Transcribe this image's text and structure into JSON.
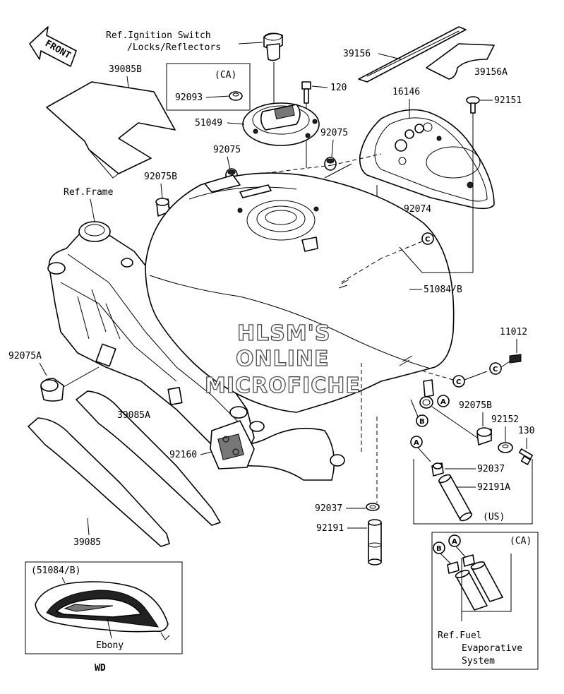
{
  "labels": {
    "front": "FRONT",
    "ref_ignition_line1": "Ref.Ignition Switch",
    "ref_ignition_line2": "/Locks/Reflectors",
    "p39156": "39156",
    "p39156a": "39156A",
    "p39085b": "39085B",
    "ca_box": "(CA)",
    "p92093": "92093",
    "p120": "120",
    "p16146": "16146",
    "p92151": "92151",
    "p51049": "51049",
    "p92075_top": "92075",
    "p92075_left": "92075",
    "p92075b_top": "92075B",
    "ref_frame": "Ref.Frame",
    "p92074": "92074",
    "p51084b": "51084/B",
    "p11012": "11012",
    "p92075a": "92075A",
    "p39085a": "39085A",
    "p92075b_right": "92075B",
    "p92152": "92152",
    "p130": "130",
    "p92160": "92160",
    "p92037_r": "92037",
    "p92191a": "92191A",
    "us": "(US)",
    "p92037_b": "92037",
    "p92191": "92191",
    "p39085": "39085",
    "inset_title": "(51084/B)",
    "ebony": "Ebony",
    "wd": "WD",
    "ca_box2": "(CA)",
    "ref_fuel_line1": "Ref.Fuel",
    "ref_fuel_line2": "Evaporative",
    "ref_fuel_line3": "System"
  },
  "callouts": {
    "a": "A",
    "b": "B",
    "c": "C"
  },
  "watermark": {
    "line1": "HLSM'S",
    "line2": "ONLINE",
    "line3": "MICROFICHE"
  }
}
